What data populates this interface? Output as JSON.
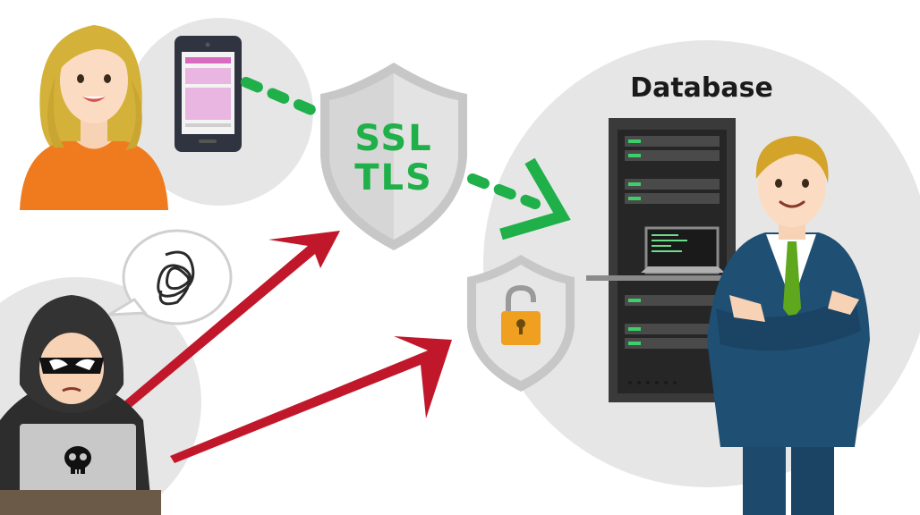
{
  "labels": {
    "database": "Database",
    "ssl": "SSL",
    "tls": "TLS"
  },
  "colors": {
    "secure_link": "#1fb04a",
    "attack": "#c0182a",
    "circle_bg": "#e6e6e6",
    "shield": "#d9d9d9",
    "lock": "#f0a020",
    "suit": "#1f4f73",
    "tie": "#5fa81e",
    "shirt": "#f07b1e",
    "server": "#2b2b2b"
  },
  "icons": {
    "user": "woman-user-icon",
    "device": "smartphone-icon",
    "shield": "ssl-shield-icon",
    "lock": "open-padlock-icon",
    "server": "server-rack-icon",
    "attacker": "hooded-hacker-icon",
    "skull": "skull-icon",
    "thought": "scribble-thought-bubble-icon",
    "admin": "businessman-icon"
  }
}
